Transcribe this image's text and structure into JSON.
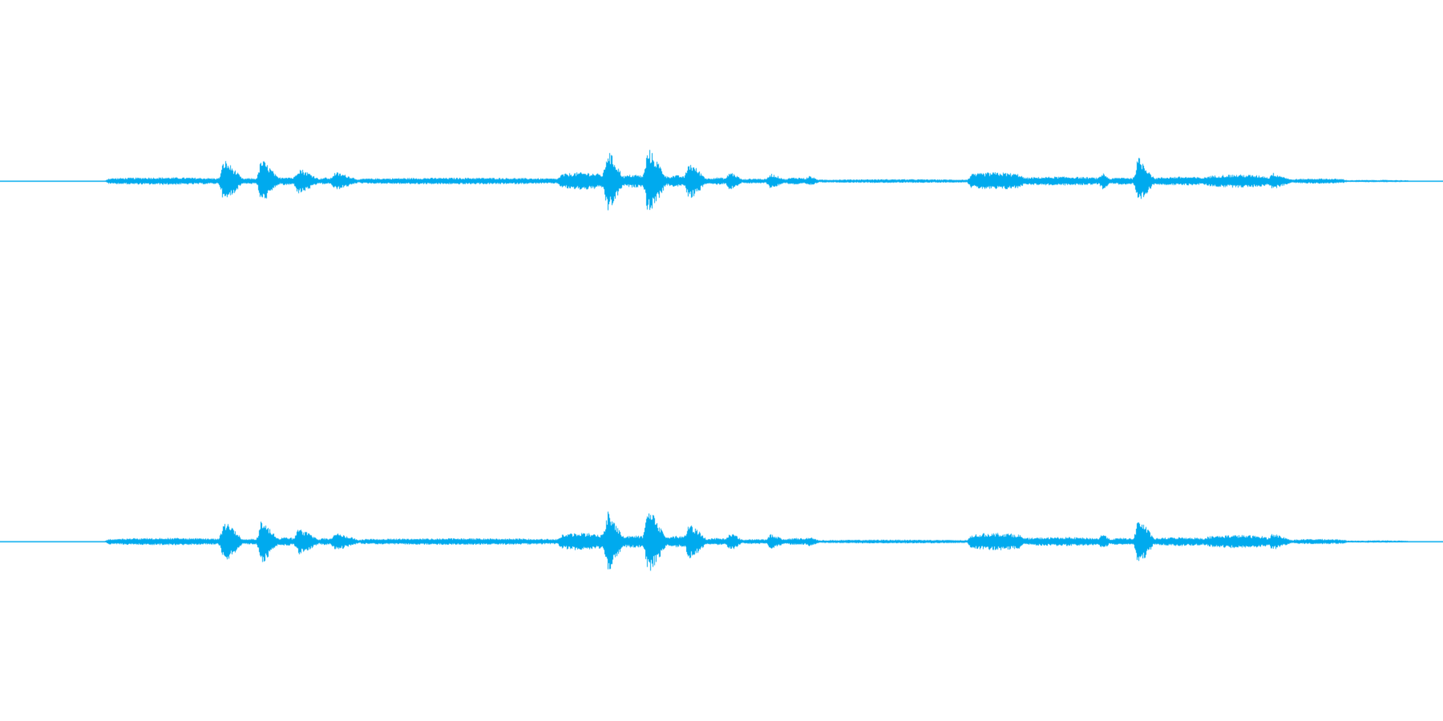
{
  "waveform": {
    "color": "#00aaee",
    "background": "#ffffff",
    "channels": [
      {
        "name": ""
      },
      {
        "name": ""
      }
    ],
    "segments": [
      {
        "start": 0.0,
        "end": 0.074,
        "level": 0.008,
        "kind": "hiss"
      },
      {
        "start": 0.074,
        "end": 0.152,
        "level": 0.1,
        "kind": "noise"
      },
      {
        "start": 0.152,
        "end": 0.168,
        "level": 0.62,
        "kind": "burst"
      },
      {
        "start": 0.168,
        "end": 0.178,
        "level": 0.08,
        "kind": "noise"
      },
      {
        "start": 0.178,
        "end": 0.193,
        "level": 0.64,
        "kind": "burst"
      },
      {
        "start": 0.193,
        "end": 0.203,
        "level": 0.12,
        "kind": "noise"
      },
      {
        "start": 0.203,
        "end": 0.222,
        "level": 0.38,
        "kind": "burst"
      },
      {
        "start": 0.222,
        "end": 0.228,
        "level": 0.1,
        "kind": "noise"
      },
      {
        "start": 0.228,
        "end": 0.25,
        "level": 0.26,
        "kind": "burst"
      },
      {
        "start": 0.25,
        "end": 0.388,
        "level": 0.09,
        "kind": "noise"
      },
      {
        "start": 0.388,
        "end": 0.418,
        "level": 0.24,
        "kind": "noise"
      },
      {
        "start": 0.418,
        "end": 0.432,
        "level": 0.92,
        "kind": "burst"
      },
      {
        "start": 0.432,
        "end": 0.446,
        "level": 0.18,
        "kind": "noise"
      },
      {
        "start": 0.446,
        "end": 0.462,
        "level": 0.95,
        "kind": "burst"
      },
      {
        "start": 0.462,
        "end": 0.474,
        "level": 0.16,
        "kind": "noise"
      },
      {
        "start": 0.474,
        "end": 0.49,
        "level": 0.55,
        "kind": "burst"
      },
      {
        "start": 0.49,
        "end": 0.503,
        "level": 0.1,
        "kind": "noise"
      },
      {
        "start": 0.503,
        "end": 0.515,
        "level": 0.28,
        "kind": "burst"
      },
      {
        "start": 0.515,
        "end": 0.531,
        "level": 0.07,
        "kind": "noise"
      },
      {
        "start": 0.531,
        "end": 0.545,
        "level": 0.22,
        "kind": "burst"
      },
      {
        "start": 0.545,
        "end": 0.558,
        "level": 0.1,
        "kind": "noise"
      },
      {
        "start": 0.558,
        "end": 0.568,
        "level": 0.16,
        "kind": "burst"
      },
      {
        "start": 0.568,
        "end": 0.672,
        "level": 0.05,
        "kind": "noise"
      },
      {
        "start": 0.672,
        "end": 0.708,
        "level": 0.24,
        "kind": "noise"
      },
      {
        "start": 0.708,
        "end": 0.762,
        "level": 0.12,
        "kind": "noise"
      },
      {
        "start": 0.762,
        "end": 0.77,
        "level": 0.26,
        "kind": "burst"
      },
      {
        "start": 0.77,
        "end": 0.786,
        "level": 0.1,
        "kind": "noise"
      },
      {
        "start": 0.786,
        "end": 0.8,
        "level": 0.7,
        "kind": "burst"
      },
      {
        "start": 0.8,
        "end": 0.836,
        "level": 0.12,
        "kind": "noise"
      },
      {
        "start": 0.836,
        "end": 0.878,
        "level": 0.18,
        "kind": "noise"
      },
      {
        "start": 0.878,
        "end": 0.896,
        "level": 0.24,
        "kind": "burst"
      },
      {
        "start": 0.896,
        "end": 0.932,
        "level": 0.07,
        "kind": "noise"
      },
      {
        "start": 0.932,
        "end": 0.976,
        "level": 0.03,
        "kind": "noise"
      },
      {
        "start": 0.976,
        "end": 1.0,
        "level": 0.004,
        "kind": "hiss"
      }
    ]
  }
}
